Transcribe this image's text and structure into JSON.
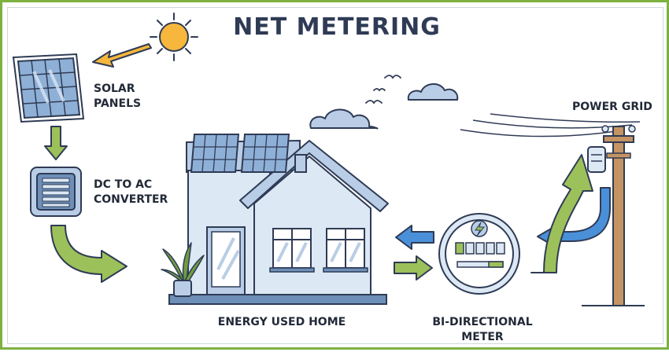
{
  "diagram": {
    "title": "NET METERING",
    "labels": {
      "solar_panels": [
        "SOLAR",
        "PANELS"
      ],
      "converter": [
        "DC TO AC",
        "CONVERTER"
      ],
      "power_grid": "POWER GRID",
      "home": "ENERGY USED HOME",
      "meter": [
        "BI-DIRECTIONAL",
        "METER"
      ]
    }
  },
  "colors": {
    "frame": "#7db140",
    "title": "#2f3b55",
    "outline": "#2f3b55",
    "house_wall": "#dde8f5",
    "house_roof": "#b9cde6",
    "panel_blue": "#8fb0d6",
    "green_arrow": "#9cc15a",
    "blue_arrow": "#4a90d9",
    "sun": "#f6b73c"
  }
}
